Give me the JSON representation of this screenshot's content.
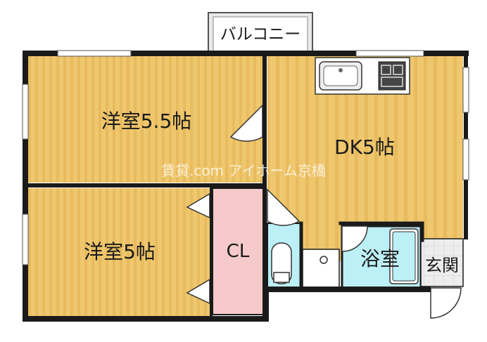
{
  "rooms": {
    "balcony": "バルコニー",
    "western_room_1": "洋室5.5帖",
    "western_room_2": "洋室5帖",
    "dk": "DK5帖",
    "closet": "CL",
    "bathroom": "浴室",
    "entrance": "玄関"
  },
  "watermark": "賃貸.com アイホーム京橋",
  "colors": {
    "wood_floor": "#EFC76E",
    "wood_stripe": "#E3B458",
    "closet": "#F6CACA",
    "bath": "#BDEFF6",
    "toilet": "#BDEFF6",
    "wall": "#1a1a1a",
    "balcony": "#E6E6E6",
    "entrance": "#EDEDED"
  }
}
